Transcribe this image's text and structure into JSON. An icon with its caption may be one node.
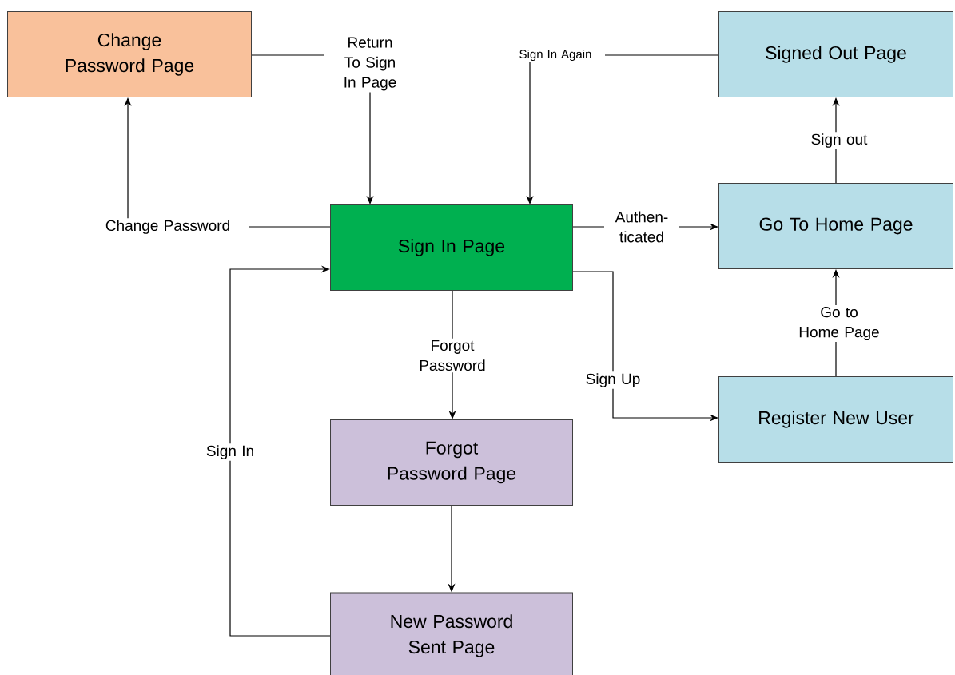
{
  "diagram": {
    "nodes": [
      {
        "text": [
          "Change Password Page"
        ]
      },
      {
        "text": [
          "Signed Out Page"
        ]
      },
      {
        "text": [
          "Sign In Page"
        ]
      },
      {
        "text": [
          "Go To Home Page"
        ]
      },
      {
        "text": [
          "Forgot Password Page"
        ]
      },
      {
        "text": [
          "Register New User"
        ]
      },
      {
        "text": [
          "New Password Sent Page"
        ]
      }
    ],
    "edges": [
      {
        "from": 2,
        "to": 0,
        "arrow": "to",
        "label": "Change Password"
      },
      {
        "from": 0,
        "to": 2,
        "arrow": "to",
        "label": "Return To Sign In Page"
      },
      {
        "from": 1,
        "to": 2,
        "arrow": "to",
        "label": "Sign In Again"
      },
      {
        "from": 2,
        "to": 3,
        "arrow": "to",
        "label": "Authen-ticated"
      },
      {
        "from": 3,
        "to": 1,
        "arrow": "to",
        "label": "Sign out"
      },
      {
        "from": 2,
        "to": 4,
        "arrow": "to",
        "label": "Forgot Password"
      },
      {
        "from": 2,
        "to": 5,
        "arrow": "to",
        "label": "Sign Up"
      },
      {
        "from": 5,
        "to": 3,
        "arrow": "to",
        "label": "Go to Home Page"
      },
      {
        "from": 4,
        "to": 6,
        "arrow": "to"
      },
      {
        "from": 6,
        "to": 2,
        "arrow": "to",
        "label": "Sign In"
      }
    ]
  }
}
